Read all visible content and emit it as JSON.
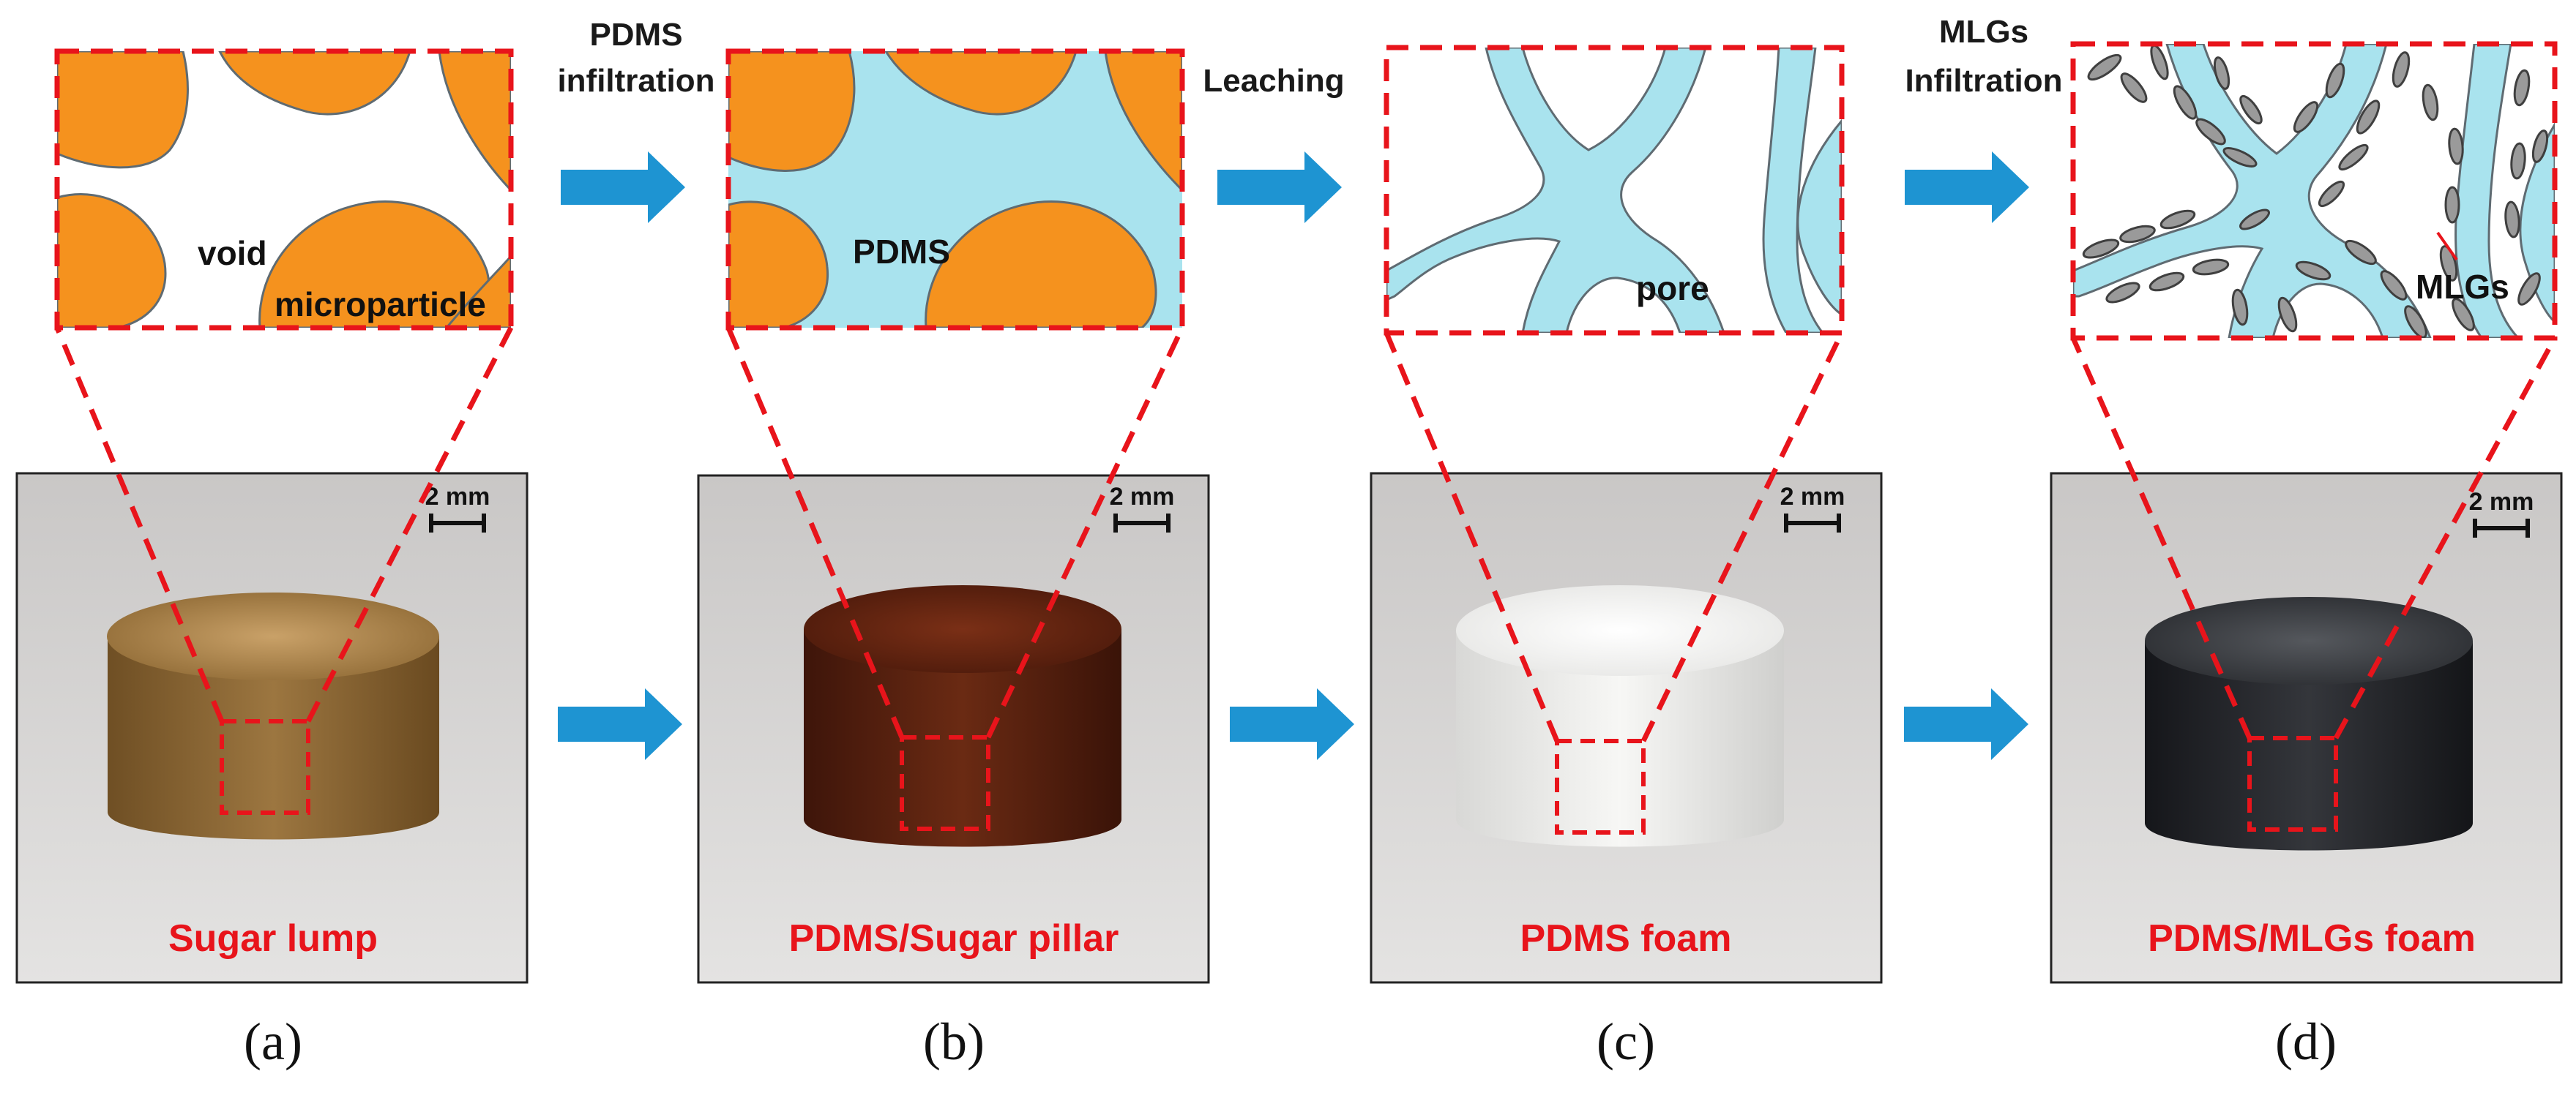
{
  "steps": {
    "pdms_infiltration": [
      "PDMS",
      "infiltration"
    ],
    "leaching": "Leaching",
    "mlgs_infiltration": [
      "MLGs",
      "Infiltration"
    ]
  },
  "insets": {
    "a": {
      "labels": [
        "void",
        "microparticle"
      ]
    },
    "b": {
      "labels": [
        "PDMS"
      ]
    },
    "c": {
      "labels": [
        "pore"
      ]
    },
    "d": {
      "labels": [
        "MLGs"
      ]
    }
  },
  "photos": {
    "a": {
      "caption": "Sugar lump",
      "scale": "2 mm"
    },
    "b": {
      "caption": "PDMS/Sugar pillar",
      "scale": "2 mm"
    },
    "c": {
      "caption": "PDMS foam",
      "scale": "2 mm"
    },
    "d": {
      "caption": "PDMS/MLGs foam",
      "scale": "2 mm"
    }
  },
  "panel_letters": [
    "(a)",
    "(b)",
    "(c)",
    "(d)"
  ],
  "colors": {
    "sugar_particle": "#f5921e",
    "pdms": "#a9e3ee",
    "dashed_outline": "#e8141b",
    "arrow": "#1e94d2",
    "caption": "#e8141b",
    "mlg_flake": "#9a9a9a"
  }
}
